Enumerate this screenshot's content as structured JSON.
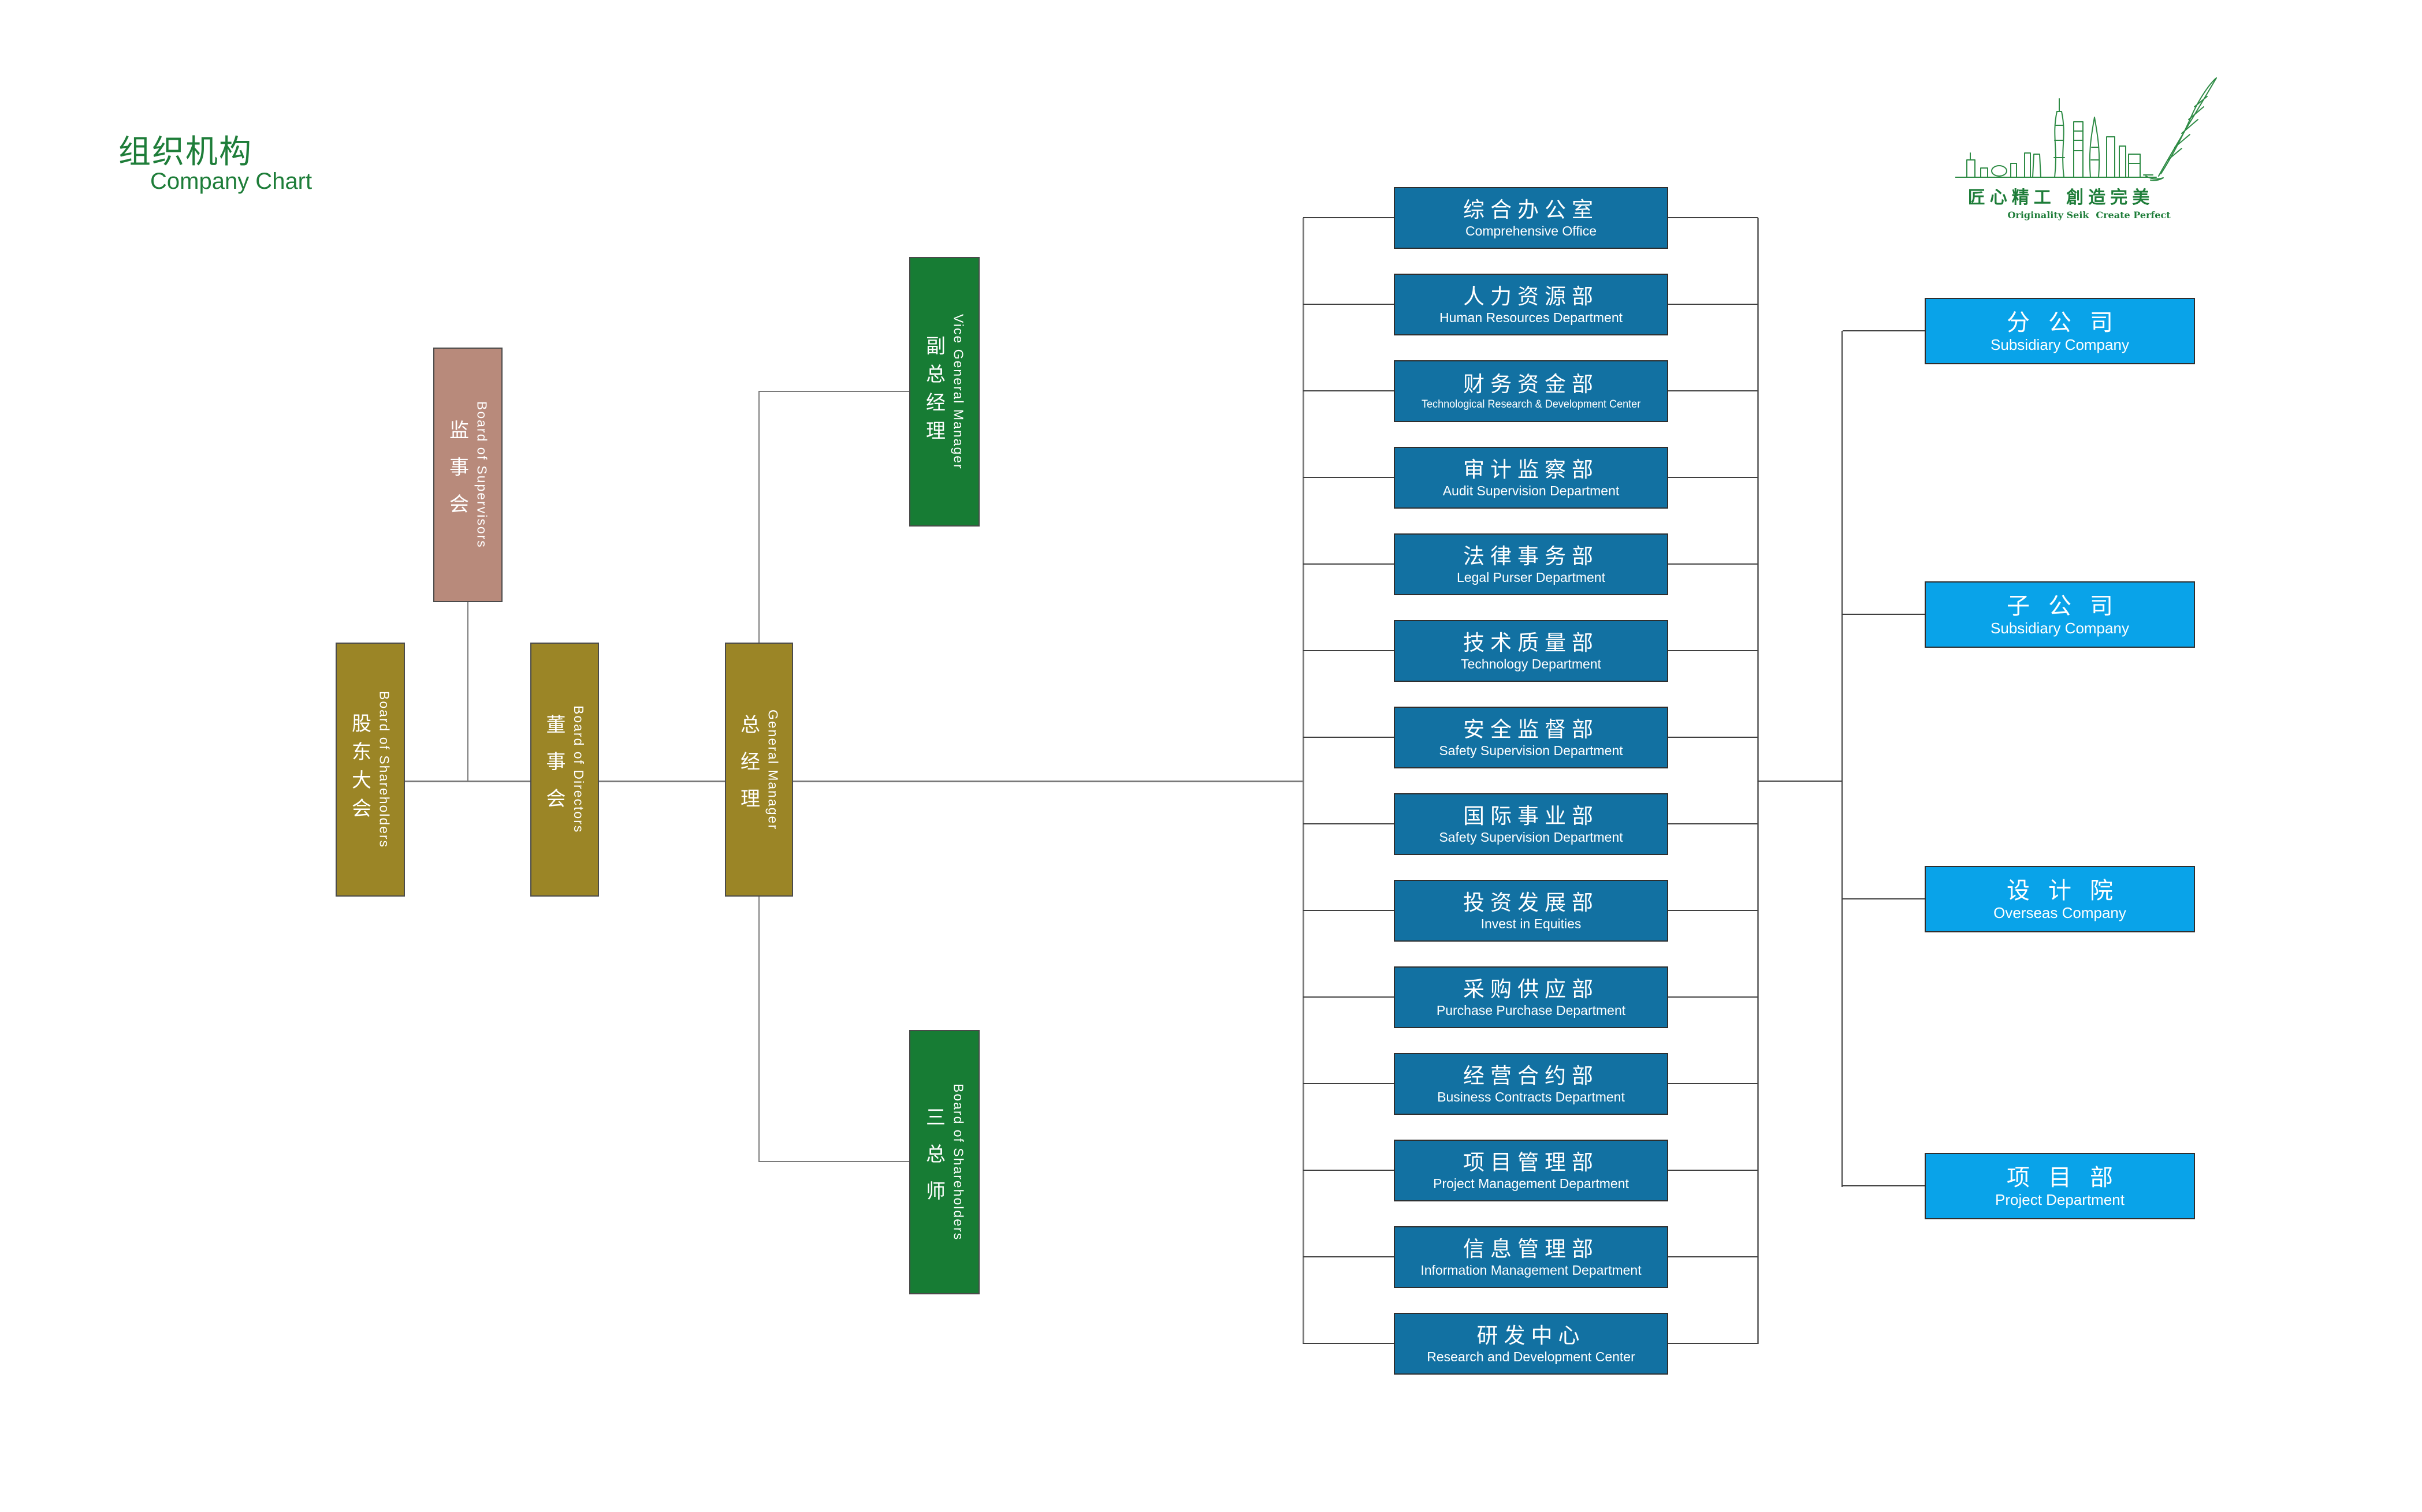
{
  "header": {
    "title_cn": "组织机构",
    "title_en": "Company Chart"
  },
  "logo": {
    "slogan_cn": "匠心精工 創造完美",
    "slogan_en_left": "Originality Seik",
    "slogan_en_right": "Create Perfect"
  },
  "governance": [
    {
      "cn": "监事会",
      "en": "Board of Supervisors"
    },
    {
      "cn": "股东大会",
      "en": "Board of Shareholders"
    },
    {
      "cn": "董事会",
      "en": "Board of Directors"
    },
    {
      "cn": "总经理",
      "en": "General Manager"
    },
    {
      "cn": "副总经理",
      "en": "Vice General Manager"
    },
    {
      "cn": "三总师",
      "en": "Board of Shareholders"
    }
  ],
  "departments": [
    {
      "cn": "综合办公室",
      "en": "Comprehensive Office"
    },
    {
      "cn": "人力资源部",
      "en": "Human Resources Department"
    },
    {
      "cn": "财务资金部",
      "en": "Technological Research & Development Center"
    },
    {
      "cn": "审计监察部",
      "en": "Audit Supervision Department"
    },
    {
      "cn": "法律事务部",
      "en": "Legal Purser Department"
    },
    {
      "cn": "技术质量部",
      "en": "Technology Department"
    },
    {
      "cn": "安全监督部",
      "en": "Safety Supervision Department"
    },
    {
      "cn": "国际事业部",
      "en": "Safety Supervision Department"
    },
    {
      "cn": "投资发展部",
      "en": "Invest in Equities"
    },
    {
      "cn": "采购供应部",
      "en": "Purchase Purchase Department"
    },
    {
      "cn": "经营合约部",
      "en": "Business Contracts Department"
    },
    {
      "cn": "项目管理部",
      "en": "Project Management Department"
    },
    {
      "cn": "信息管理部",
      "en": "Information Management Department"
    },
    {
      "cn": "研发中心",
      "en": "Research and Development Center"
    }
  ],
  "subsidiaries": [
    {
      "cn": "分公司",
      "en": "Subsidiary Company"
    },
    {
      "cn": "子公司",
      "en": "Subsidiary Company"
    },
    {
      "cn": "设计院",
      "en": "Overseas Company"
    },
    {
      "cn": "项目部",
      "en": "Project Department"
    }
  ],
  "colors": {
    "accent_green": "#1e7d39",
    "box_mauve": "#b88a7b",
    "box_olive": "#9b8526",
    "box_green": "#177c34",
    "box_blue": "#1271a2",
    "box_cyan": "#09a3e9",
    "line_gray": "#7a7a7a",
    "line_dark": "#3f3f3f"
  }
}
